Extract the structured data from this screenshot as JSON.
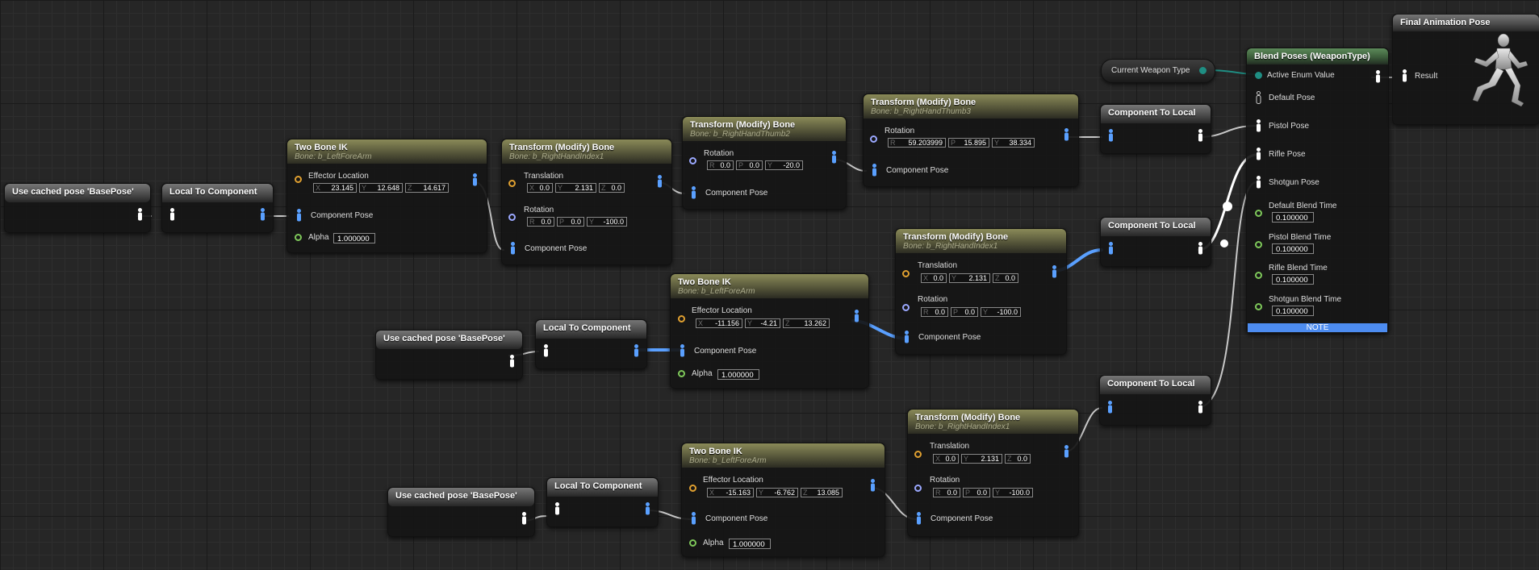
{
  "cached_pose_label": "Use cached pose 'BasePose'",
  "local_to_component": "Local To Component",
  "component_to_local": "Component To Local",
  "pins": {
    "effector_location": "Effector Location",
    "component_pose": "Component Pose",
    "alpha": "Alpha",
    "translation": "Translation",
    "rotation": "Rotation"
  },
  "two_bone_ik": {
    "title": "Two Bone IK",
    "bone": "Bone: b_LeftForeArm",
    "alpha_value": "1.000000",
    "a": {
      "x": "23.145",
      "y": "12.648",
      "z": "14.617"
    },
    "b": {
      "x": "-11.156",
      "y": "-4.21",
      "z": "13.262"
    },
    "c": {
      "x": "-15.163",
      "y": "-6.762",
      "z": "13.085"
    }
  },
  "transform_modify": {
    "title": "Transform (Modify) Bone",
    "index1_top": {
      "bone": "Bone: b_RightHandIndex1",
      "translation": {
        "x": "0.0",
        "y": "2.131",
        "z": "0.0"
      },
      "rotation": {
        "r": "0.0",
        "p": "0.0",
        "y": "-100.0"
      }
    },
    "thumb2": {
      "bone": "Bone: b_RightHandThumb2",
      "rotation": {
        "r": "0.0",
        "p": "0.0",
        "y": "-20.0"
      }
    },
    "thumb3": {
      "bone": "Bone: b_RightHandThumb3",
      "rotation": {
        "r": "59.203999",
        "p": "15.895",
        "y": "38.334"
      }
    },
    "index1_mid": {
      "bone": "Bone: b_RightHandIndex1",
      "translation": {
        "x": "0.0",
        "y": "2.131",
        "z": "0.0"
      },
      "rotation": {
        "r": "0.0",
        "p": "0.0",
        "y": "-100.0"
      }
    },
    "index1_bot": {
      "bone": "Bone: b_RightHandIndex1",
      "translation": {
        "x": "0.0",
        "y": "2.131",
        "z": "0.0"
      },
      "rotation": {
        "r": "0.0",
        "p": "0.0",
        "y": "-100.0"
      }
    }
  },
  "current_weapon_type": "Current Weapon Type",
  "blend_poses": {
    "title": "Blend Poses (WeaponType)",
    "active_enum_value": "Active Enum Value",
    "default_pose": "Default Pose",
    "pistol_pose": "Pistol Pose",
    "rifle_pose": "Rifle Pose",
    "shotgun_pose": "Shotgun Pose",
    "default_blend_time": "Default Blend Time",
    "default_blend_value": "0.100000",
    "pistol_blend_time": "Pistol Blend Time",
    "pistol_blend_value": "0.100000",
    "rifle_blend_time": "Rifle Blend Time",
    "rifle_blend_value": "0.100000",
    "shotgun_blend_time": "Shotgun Blend Time",
    "shotgun_blend_value": "0.100000",
    "note": "NOTE"
  },
  "final_animation_pose": {
    "title": "Final Animation Pose",
    "result": "Result"
  },
  "axis_letters": {
    "x": "X",
    "y": "Y",
    "z": "Z",
    "r": "R",
    "p": "P"
  },
  "colors": {
    "pose_pin": "#5aa0ff",
    "vector_pin": "#e0a030",
    "rotator_pin": "#9ba8ff",
    "float_pin": "#7ec85a",
    "enum_pin": "#1f8e83",
    "note_bar": "#4d8cf0"
  }
}
